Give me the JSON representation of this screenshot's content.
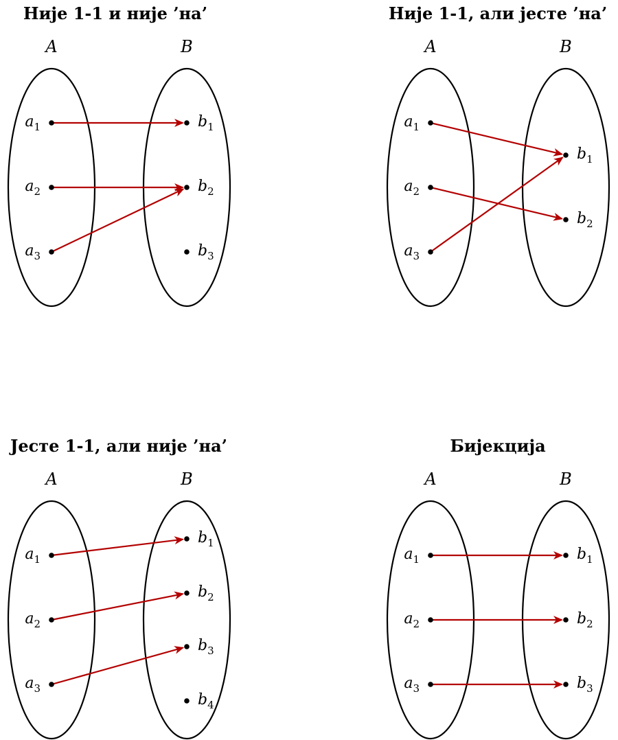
{
  "diagrams": [
    {
      "title": "Није 1-1 и није ’на’",
      "set_a_label": "A",
      "set_b_label": "B",
      "a_elements": [
        {
          "letter": "a",
          "index": "1"
        },
        {
          "letter": "a",
          "index": "2"
        },
        {
          "letter": "a",
          "index": "3"
        }
      ],
      "b_elements": [
        {
          "letter": "b",
          "index": "1"
        },
        {
          "letter": "b",
          "index": "2"
        },
        {
          "letter": "b",
          "index": "3"
        }
      ],
      "mappings": [
        [
          0,
          0
        ],
        [
          1,
          1
        ],
        [
          2,
          1
        ]
      ],
      "b_layout": "even3"
    },
    {
      "title": "Није 1-1, али јесте ’на’",
      "set_a_label": "A",
      "set_b_label": "B",
      "a_elements": [
        {
          "letter": "a",
          "index": "1"
        },
        {
          "letter": "a",
          "index": "2"
        },
        {
          "letter": "a",
          "index": "3"
        }
      ],
      "b_elements": [
        {
          "letter": "b",
          "index": "1"
        },
        {
          "letter": "b",
          "index": "2"
        }
      ],
      "mappings": [
        [
          0,
          0
        ],
        [
          1,
          1
        ],
        [
          2,
          0
        ]
      ],
      "b_layout": "mid2"
    },
    {
      "title": "Јесте 1-1, али није ’на’",
      "set_a_label": "A",
      "set_b_label": "B",
      "a_elements": [
        {
          "letter": "a",
          "index": "1"
        },
        {
          "letter": "a",
          "index": "2"
        },
        {
          "letter": "a",
          "index": "3"
        }
      ],
      "b_elements": [
        {
          "letter": "b",
          "index": "1"
        },
        {
          "letter": "b",
          "index": "2"
        },
        {
          "letter": "b",
          "index": "3"
        },
        {
          "letter": "b",
          "index": "4"
        }
      ],
      "mappings": [
        [
          0,
          0
        ],
        [
          1,
          1
        ],
        [
          2,
          2
        ]
      ],
      "b_layout": "even4"
    },
    {
      "title": "Бијекција",
      "set_a_label": "A",
      "set_b_label": "B",
      "a_elements": [
        {
          "letter": "a",
          "index": "1"
        },
        {
          "letter": "a",
          "index": "2"
        },
        {
          "letter": "a",
          "index": "3"
        }
      ],
      "b_elements": [
        {
          "letter": "b",
          "index": "1"
        },
        {
          "letter": "b",
          "index": "2"
        },
        {
          "letter": "b",
          "index": "3"
        }
      ],
      "mappings": [
        [
          0,
          0
        ],
        [
          1,
          1
        ],
        [
          2,
          2
        ]
      ],
      "b_layout": "even3"
    }
  ],
  "colors": {
    "arrow": "#b30000",
    "outline": "#000000"
  }
}
